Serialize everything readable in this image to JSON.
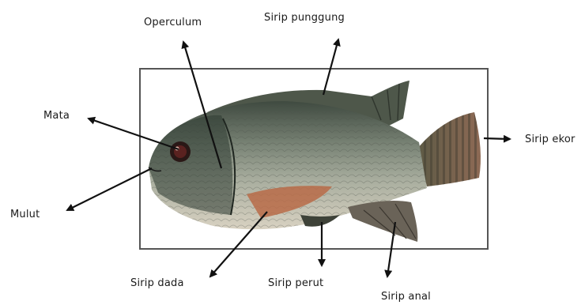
{
  "labels": {
    "operculum": "Operculum",
    "sirip_punggung": "Sirip punggung",
    "mata": "Mata",
    "sirip_ekor": "Sirip ekor",
    "mulut": "Mulut",
    "sirip_dada": "Sirip dada",
    "sirip_perut": "Sirip perut",
    "sirip_anal": "Sirip anal"
  }
}
